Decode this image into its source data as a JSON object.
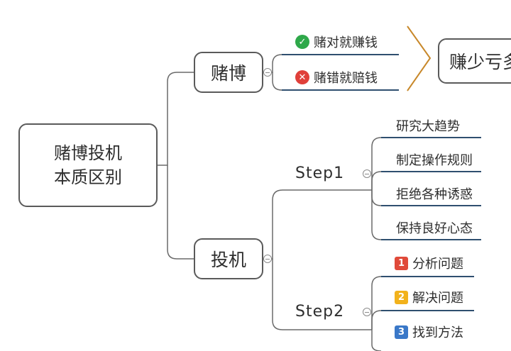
{
  "root": {
    "line1": "赌博投机",
    "line2": "本质区别"
  },
  "gambling": {
    "label": "赌博",
    "items": [
      {
        "text": "赌对就赚钱",
        "icon": "check-circle-icon",
        "icon_color": "#2ea84a"
      },
      {
        "text": "赌错就赔钱",
        "icon": "x-circle-icon",
        "icon_color": "#e0403a"
      }
    ],
    "result": "赚少亏多"
  },
  "speculation": {
    "label": "投机",
    "step1": {
      "label": "Step1",
      "items": [
        "研究大趋势",
        "制定操作规则",
        "拒绝各种诱惑",
        "保持良好心态"
      ]
    },
    "step2": {
      "label": "Step2",
      "items": [
        {
          "text": "分析问题",
          "badge": "1",
          "badge_color": "#e04a3a"
        },
        {
          "text": "解决问题",
          "badge": "2",
          "badge_color": "#f2b21c"
        },
        {
          "text": "找到方法",
          "badge": "3",
          "badge_color": "#3a78c8"
        }
      ]
    }
  },
  "colors": {
    "line": "#6a6a6a",
    "underline": "#2f4f6f",
    "bracket": "#c8882a"
  }
}
